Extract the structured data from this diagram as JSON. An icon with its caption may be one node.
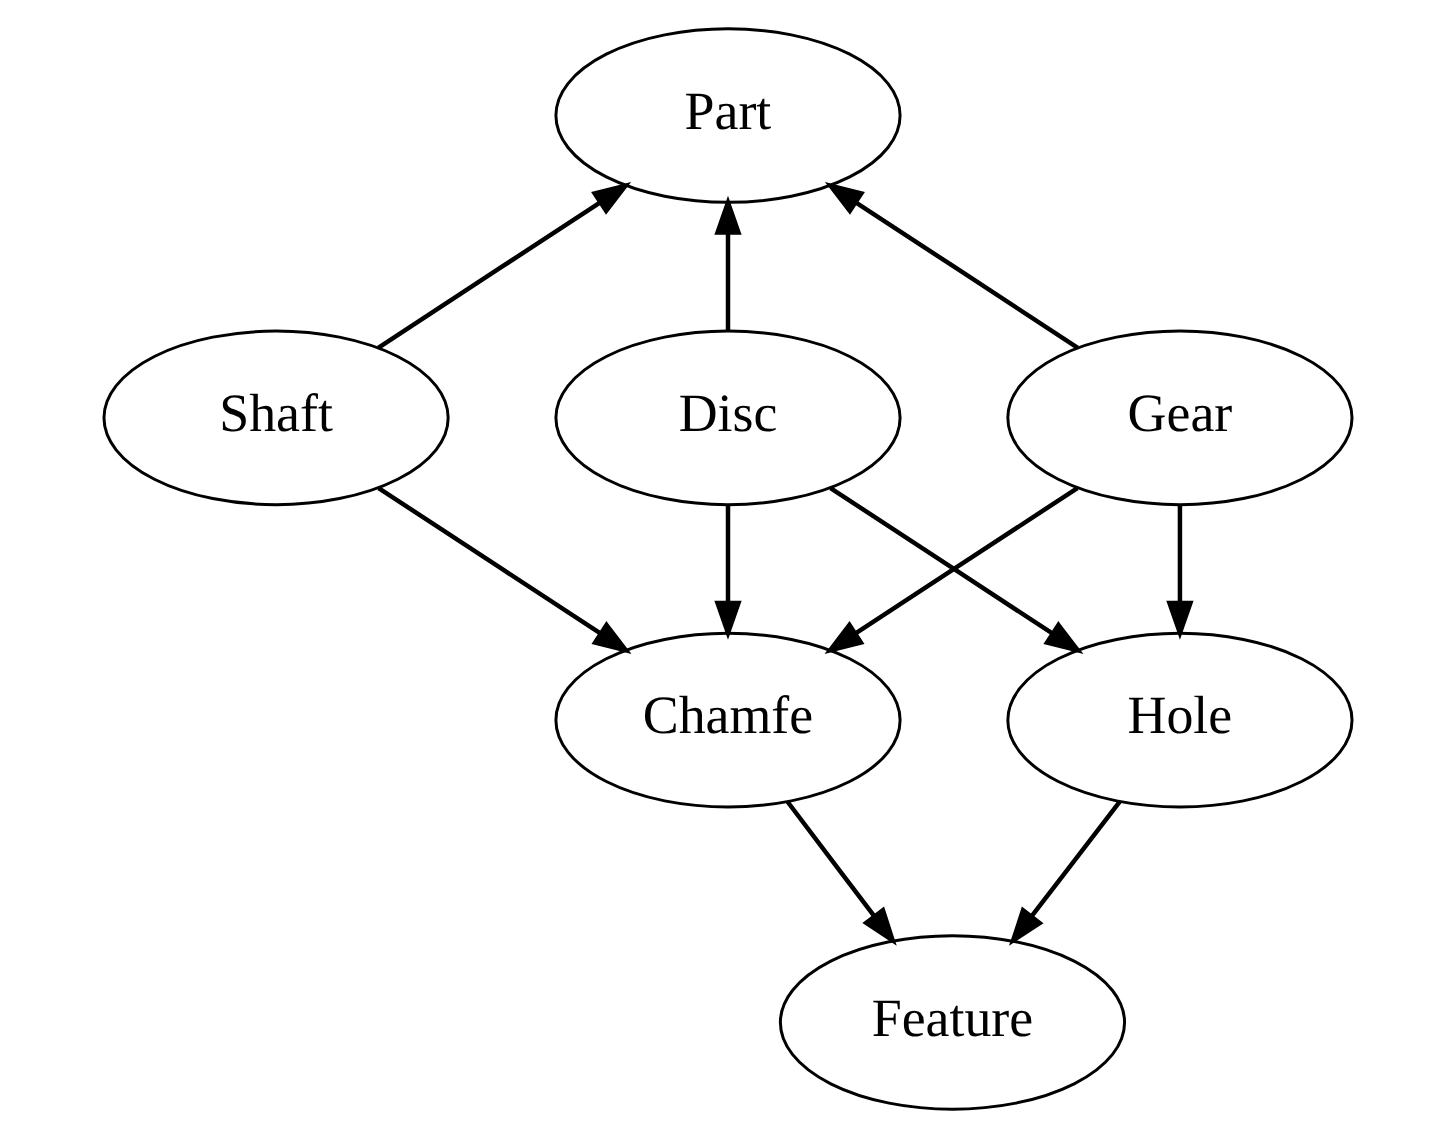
{
  "diagram": {
    "nodes": [
      {
        "text": [
          "Part"
        ]
      },
      {
        "text": [
          "Shaft"
        ]
      },
      {
        "text": [
          "Gear"
        ]
      },
      {
        "text": [
          "Disc"
        ]
      },
      {
        "text": [
          "Chamfe"
        ]
      },
      {
        "text": [
          "Hole"
        ]
      },
      {
        "text": [
          "Feature"
        ]
      }
    ],
    "edges": [
      {
        "from": 1,
        "to": 0,
        "arrow": "to"
      },
      {
        "from": 2,
        "to": 0,
        "arrow": "to"
      },
      {
        "from": 3,
        "to": 0,
        "arrow": "to"
      },
      {
        "from": 1,
        "to": 4,
        "arrow": "to"
      },
      {
        "from": 2,
        "to": 4,
        "arrow": "to"
      },
      {
        "from": 2,
        "to": 5,
        "arrow": "to"
      },
      {
        "from": 3,
        "to": 4,
        "arrow": "to"
      },
      {
        "from": 3,
        "to": 5,
        "arrow": "to"
      },
      {
        "from": 4,
        "to": 6,
        "arrow": "to"
      },
      {
        "from": 5,
        "to": 6,
        "arrow": "to"
      }
    ]
  }
}
